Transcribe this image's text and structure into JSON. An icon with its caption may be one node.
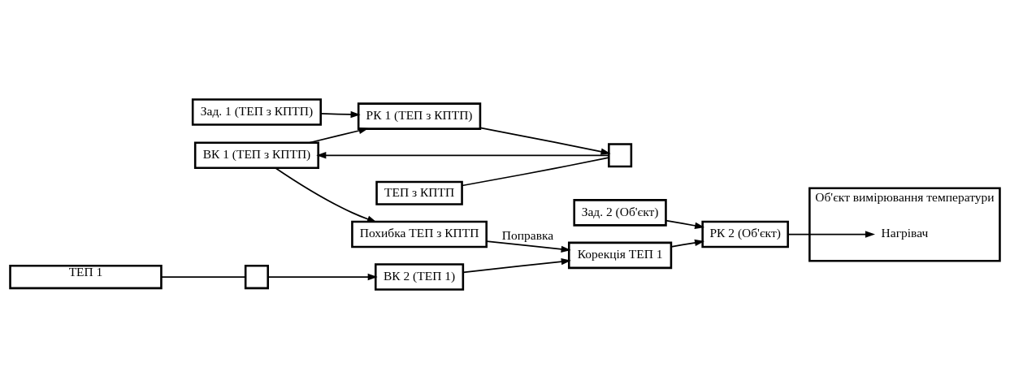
{
  "diagram": {
    "nodes": [
      {
        "text": [
          "Об'єкт вимірювання температури"
        ]
      },
      {
        "text": [
          "ТЕП з КПТП"
        ]
      },
      {
        "text": [],
        "shape": "box"
      },
      {
        "text": [
          "РК 1 (ТЕП з КПТП)"
        ]
      },
      {
        "text": [
          "Зад. 1 (ТЕП з КПТП)"
        ]
      },
      {
        "text": [
          "ВК 1 (ТЕП з КПТП)"
        ]
      },
      {
        "text": [
          "Похибка ТЕП з КПТП"
        ]
      },
      {
        "text": [
          "ТЕП 1"
        ]
      },
      {
        "text": [],
        "shape": "box"
      },
      {
        "text": [
          "ВК 2 (ТЕП 1)"
        ]
      },
      {
        "text": [
          "Корекція ТЕП 1"
        ]
      },
      {
        "text": [
          "РК 2 (Об'єкт)"
        ]
      },
      {
        "text": [
          "Зад. 2 (Об'єкт)"
        ]
      },
      {
        "text": [
          "Нагрівач"
        ],
        "in": 0
      }
    ],
    "edges": [
      {
        "from": 1,
        "to": 2,
        "arrow": "none"
      },
      {
        "from": 3,
        "to": 2,
        "arrow": "to"
      },
      {
        "from": 2,
        "to": 5,
        "arrow": "to"
      },
      {
        "from": 4,
        "to": 3,
        "arrow": "to"
      },
      {
        "from": 5,
        "to": 6,
        "arrow": "to"
      },
      {
        "from": 5,
        "to": 3,
        "arrow": "to"
      },
      {
        "from": 6,
        "to": 10,
        "arrow": "to",
        "label": "Поправка"
      },
      {
        "from": 7,
        "to": 8,
        "arrow": "none"
      },
      {
        "from": 8,
        "to": 9,
        "arrow": "to"
      },
      {
        "from": 9,
        "to": 10,
        "arrow": "to"
      },
      {
        "from": 10,
        "to": 11,
        "arrow": "to"
      },
      {
        "from": 12,
        "to": 11,
        "arrow": "to"
      },
      {
        "from": 11,
        "to": 13,
        "arrow": "to"
      }
    ]
  }
}
